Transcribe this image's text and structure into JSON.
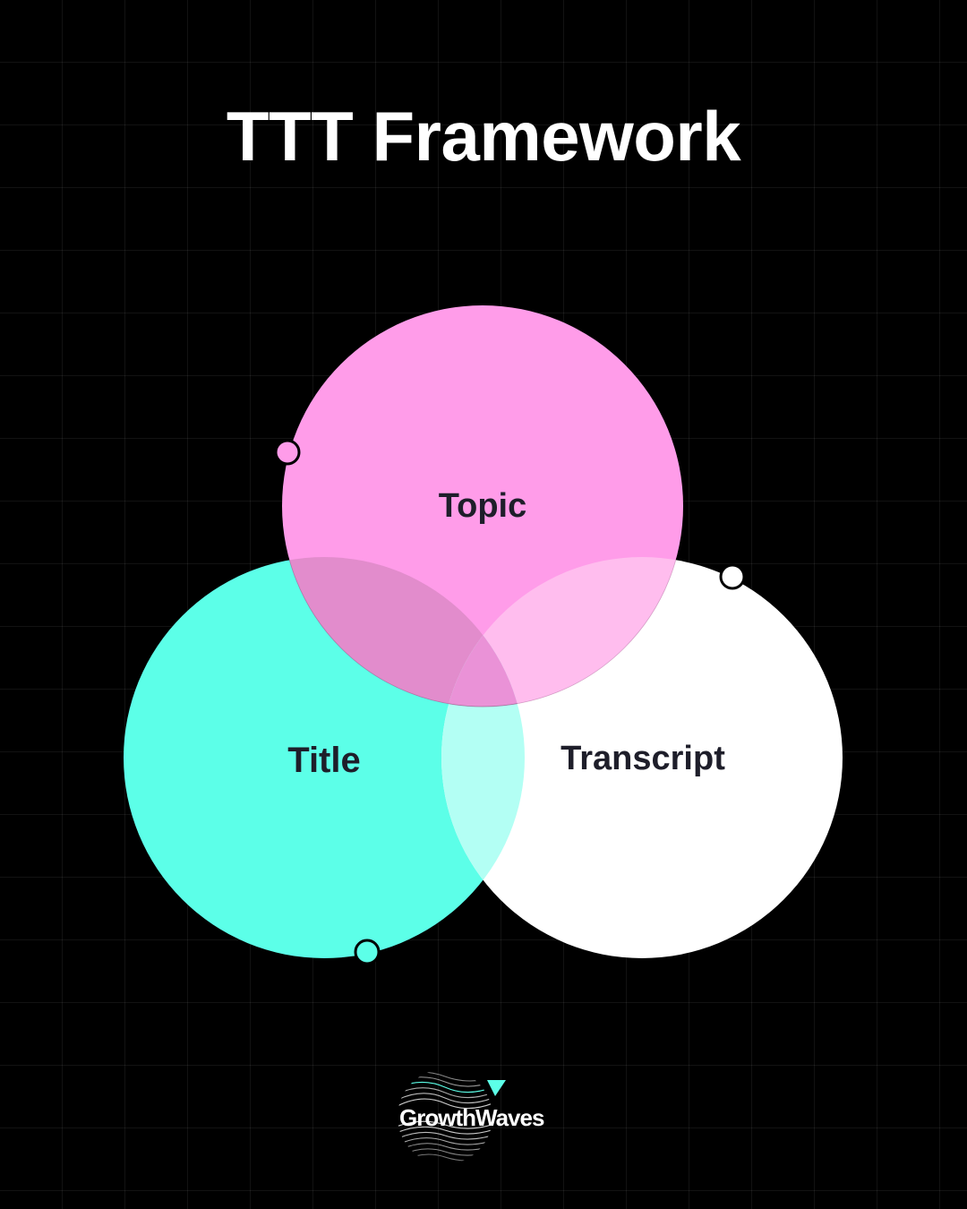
{
  "page": {
    "title": "TTT Framework",
    "background_color": "#000000"
  },
  "venn": {
    "sets": [
      {
        "id": "topic",
        "label": "Topic",
        "color": "#ff9ce9"
      },
      {
        "id": "title",
        "label": "Title",
        "color": "#5cffe8"
      },
      {
        "id": "transcript",
        "label": "Transcript",
        "color": "#ffffff"
      }
    ],
    "intersection_colors": {
      "topic_title": "#e28ccc",
      "topic_transcript": "#ffbdee",
      "title_transcript": "#b3fff4",
      "all": "#ea92d7"
    }
  },
  "logo": {
    "brand_name": "GrowthWaves",
    "accent_color": "#5cffe8",
    "icon": "waves-globe-icon"
  }
}
